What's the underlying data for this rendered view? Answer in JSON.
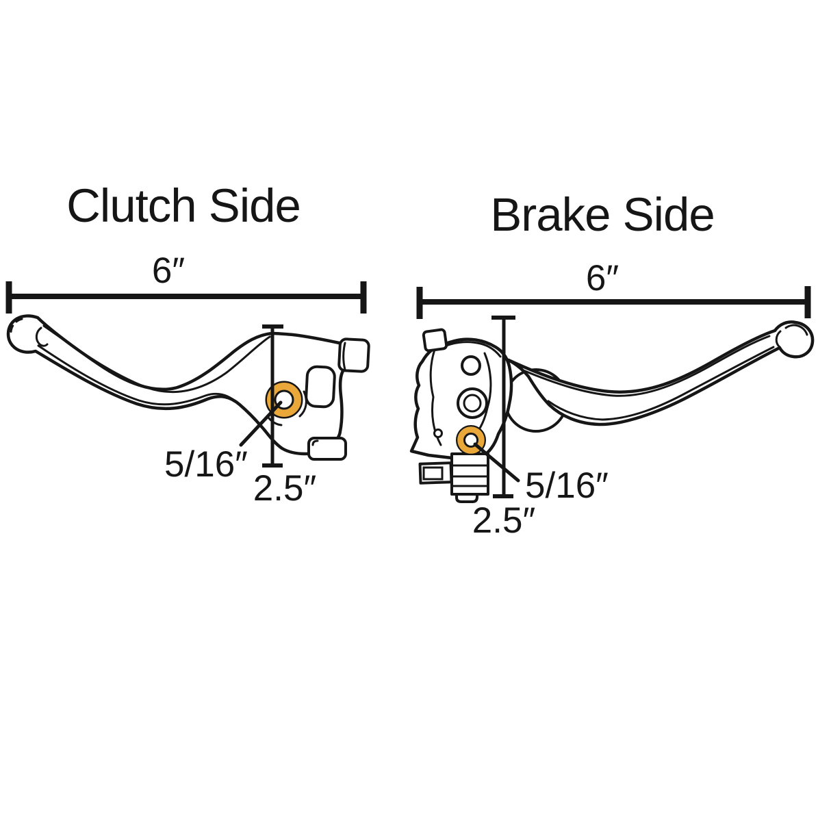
{
  "diagram": {
    "background": "#ffffff",
    "line_color": "#161616",
    "bushing_color": "#EAA83B",
    "clutch": {
      "title": "Clutch Side",
      "length_label": "6″",
      "height_label": "2.5″",
      "bushing_label": "5/16″"
    },
    "brake": {
      "title": "Brake Side",
      "length_label": "6″",
      "height_label": "2.5″",
      "bushing_label": "5/16″"
    }
  }
}
